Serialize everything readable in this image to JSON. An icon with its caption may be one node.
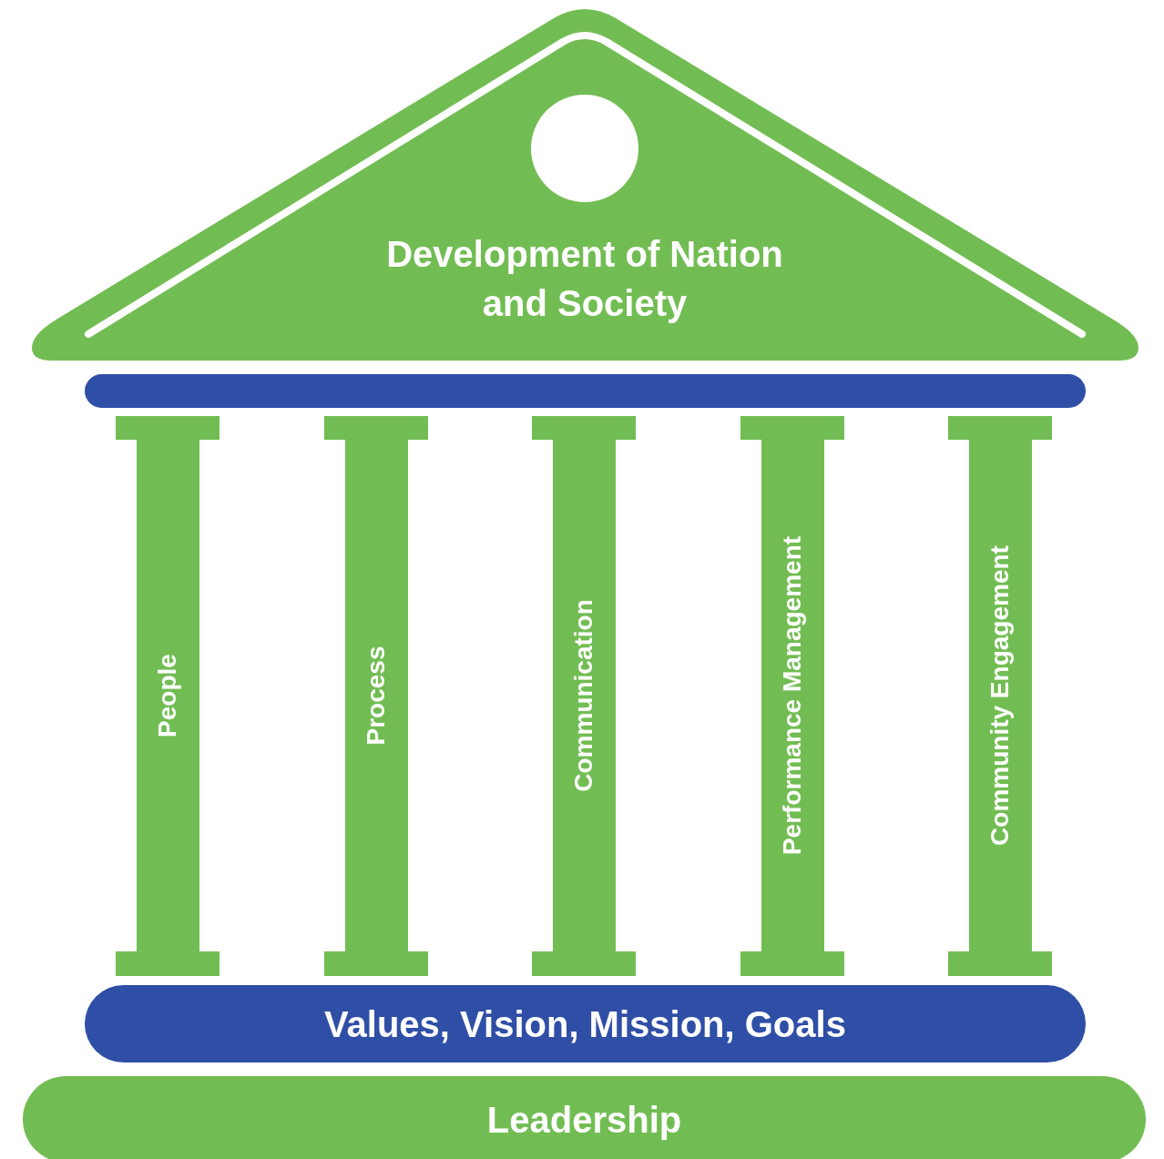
{
  "diagram": {
    "nodes": [
      {
        "text": [
          "Development of Nation and Society"
        ]
      },
      {
        "text": [],
        "shape": "circle",
        "in": 0
      },
      {
        "text": [],
        "shape": "bar"
      },
      {
        "text": [
          "People"
        ]
      },
      {
        "text": [
          "Process"
        ]
      },
      {
        "text": [
          "Communication"
        ]
      },
      {
        "text": [
          "Performance Management"
        ]
      },
      {
        "text": [
          "Community Engagement"
        ]
      },
      {
        "text": [
          "Values, Vision, Mission, Goals"
        ]
      },
      {
        "text": [
          "Leadership"
        ]
      }
    ],
    "edges": []
  }
}
